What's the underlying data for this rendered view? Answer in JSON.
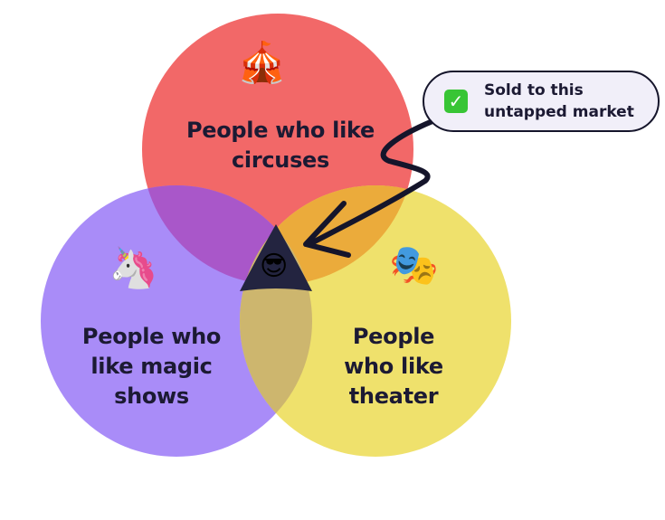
{
  "sets": [
    {
      "label_lines": [
        "People who like",
        "circuses"
      ],
      "icon": "circus-tent-icon",
      "emoji": "🎪",
      "color": "#f26868"
    },
    {
      "label_lines": [
        "People who",
        "like magic",
        "shows"
      ],
      "icon": "unicorn-icon",
      "emoji": "🦄",
      "color": "#a98cf8"
    },
    {
      "label_lines": [
        "People",
        "who like",
        "theater"
      ],
      "icon": "theater-masks-icon",
      "emoji": "🎭",
      "color": "#efe16c"
    }
  ],
  "center": {
    "icon": "sunglasses-face-icon",
    "emoji": "😎",
    "color": "#232440"
  },
  "callout": {
    "icon": "check-mark-icon",
    "check": "✓",
    "lines": [
      "Sold to this",
      "untapped market"
    ]
  }
}
